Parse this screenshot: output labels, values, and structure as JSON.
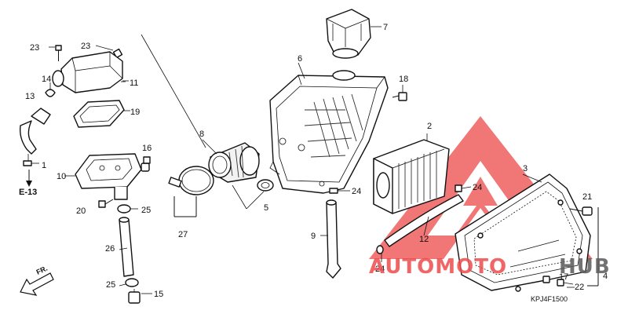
{
  "diagram": {
    "part_labels": [
      {
        "id": "p1",
        "text": "1"
      },
      {
        "id": "p2",
        "text": "2"
      },
      {
        "id": "p3",
        "text": "3"
      },
      {
        "id": "p4",
        "text": "4"
      },
      {
        "id": "p5",
        "text": "5"
      },
      {
        "id": "p6",
        "text": "6"
      },
      {
        "id": "p7",
        "text": "7"
      },
      {
        "id": "p8",
        "text": "8"
      },
      {
        "id": "p9",
        "text": "9"
      },
      {
        "id": "p10",
        "text": "10"
      },
      {
        "id": "p11",
        "text": "11"
      },
      {
        "id": "p12",
        "text": "12"
      },
      {
        "id": "p13",
        "text": "13"
      },
      {
        "id": "p14",
        "text": "14"
      },
      {
        "id": "p15",
        "text": "15"
      },
      {
        "id": "p16",
        "text": "16"
      },
      {
        "id": "p17",
        "text": "17"
      },
      {
        "id": "p18",
        "text": "18"
      },
      {
        "id": "p19",
        "text": "19"
      },
      {
        "id": "p20",
        "text": "20"
      },
      {
        "id": "p21",
        "text": "21"
      },
      {
        "id": "p22",
        "text": "22"
      },
      {
        "id": "p23a",
        "text": "23"
      },
      {
        "id": "p23b",
        "text": "23"
      },
      {
        "id": "p24a",
        "text": "24"
      },
      {
        "id": "p24b",
        "text": "24"
      },
      {
        "id": "p24c",
        "text": "24"
      },
      {
        "id": "p25a",
        "text": "25"
      },
      {
        "id": "p25b",
        "text": "25"
      },
      {
        "id": "p26",
        "text": "26"
      },
      {
        "id": "p27",
        "text": "27"
      }
    ],
    "section_ref": "E-13",
    "front_marker": "FR.",
    "diagram_code": "KPJ4F1500"
  },
  "watermark": {
    "brand_primary": "AUTOMOTO",
    "brand_secondary": "HUB",
    "primary_color": "#ee4b4b",
    "secondary_color": "#5a5a5a"
  }
}
